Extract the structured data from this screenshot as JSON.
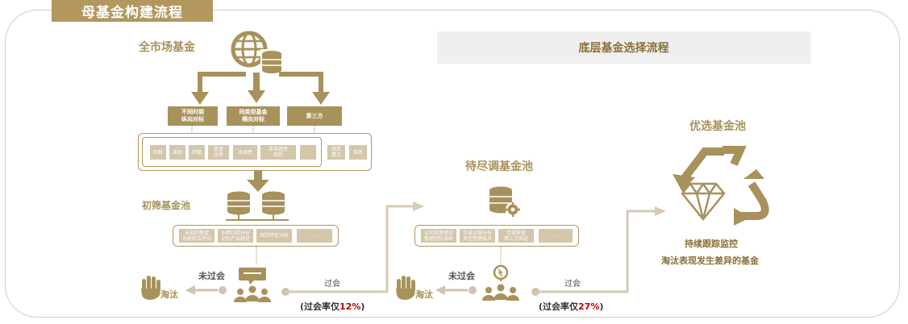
{
  "header": {
    "title": "母基金构建流程"
  },
  "banner": {
    "text": "底层基金选择流程"
  },
  "stage1": {
    "title": "全市场基金",
    "branches": [
      "不同时期\n纵向对标",
      "同类型基金\n横向对标",
      "第三方"
    ],
    "metrics": [
      "回报",
      "波动",
      "回撤",
      "夏普\n比率",
      "流动性",
      "非系统性\n风险",
      "...",
      "获奖\n情况",
      "排名"
    ]
  },
  "stage2": {
    "title": "初筛基金池",
    "criteria": [
      "未知的基金\n系统综合评分",
      "业绩归因分析\n识别产品特征",
      "风险特征分析",
      "..."
    ],
    "reject_label": "未过会",
    "eliminate_label": "淘汰",
    "pass_label": "过会",
    "pass_rate_prefix": "(过会率仅",
    "pass_rate_value": "12%",
    "pass_rate_suffix": ")"
  },
  "stage3": {
    "title": "待尽调基金池",
    "criteria": [
      "公司投资理念\n管理团队调研",
      "交易运营分析\n风控管理技术",
      "合规审查\n第三方验证",
      "..."
    ],
    "reject_label": "未过会",
    "eliminate_label": "淘汰",
    "pass_label": "过会",
    "pass_rate_prefix": "(过会率仅",
    "pass_rate_value": "27%",
    "pass_rate_suffix": ")"
  },
  "stage4": {
    "title": "优选基金池",
    "note_line1": "持续跟踪监控",
    "note_line2": "淘汰表现发生差异的基金"
  },
  "colors": {
    "gold": "#b2975e",
    "light_gold": "#d3c6aa",
    "red": "#c00000"
  }
}
